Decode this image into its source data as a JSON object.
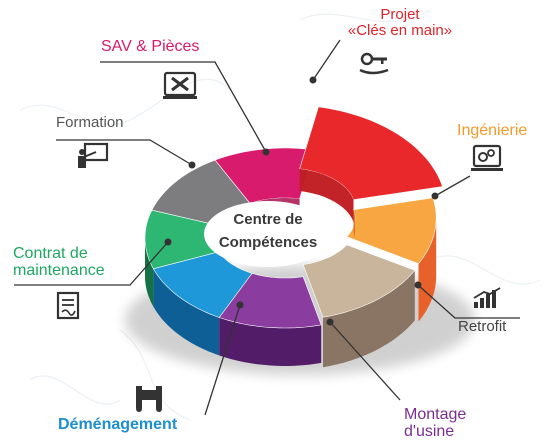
{
  "center": {
    "line1": "Centre de",
    "line2": "Compétences"
  },
  "segments": [
    {
      "id": "projet",
      "label_lines": [
        "Projet",
        "«Clés en main»"
      ],
      "icon": "key-icon",
      "top": "#e8282b",
      "side": "#a81418",
      "inner": "#c01f24"
    },
    {
      "id": "ingenierie",
      "label_lines": [
        "Ingénierie"
      ],
      "icon": "gears-monitor-icon",
      "top": "#f8a641",
      "side": "#e8602a",
      "inner": "#e06f26"
    },
    {
      "id": "retrofit",
      "label_lines": [
        "Retrofit"
      ],
      "icon": "bar-chart-icon",
      "top": "#c9b49c",
      "side": "#8a7463",
      "inner": "#9b8570"
    },
    {
      "id": "montage",
      "label_lines": [
        "Montage",
        "d'usine"
      ],
      "icon": "",
      "top": "#8a3c9f",
      "side": "#521c68",
      "inner": "#6d2d86"
    },
    {
      "id": "demenagement",
      "label_lines": [
        "Déménagement"
      ],
      "icon": "forklift-icon",
      "top": "#1e98d8",
      "side": "#0d5f96",
      "inner": "#137ab8"
    },
    {
      "id": "contrat",
      "label_lines": [
        "Contrat de",
        "maintenance"
      ],
      "icon": "contract-doc-icon",
      "top": "#2eb673",
      "side": "#147144",
      "inner": "#1f8c57"
    },
    {
      "id": "formation",
      "label_lines": [
        "Formation"
      ],
      "icon": "teacher-board-icon",
      "top": "#7d7d80",
      "side": "#4d4d50",
      "inner": "#5e5e61"
    },
    {
      "id": "sav",
      "label_lines": [
        "SAV & Pièces"
      ],
      "icon": "tools-monitor-icon",
      "top": "#d91b6e",
      "side": "#8e0f47",
      "inner": "#a8124f"
    }
  ],
  "colors": {
    "projet_label": "#e0242a",
    "ingenierie_label": "#f39a2a",
    "retrofit_label": "#444444",
    "montage_label": "#7a2f8f",
    "demenagement_label": "#1d8fd0",
    "contrat_label": "#1ea860",
    "formation_label": "#555555",
    "sav_label": "#d61a6c"
  }
}
